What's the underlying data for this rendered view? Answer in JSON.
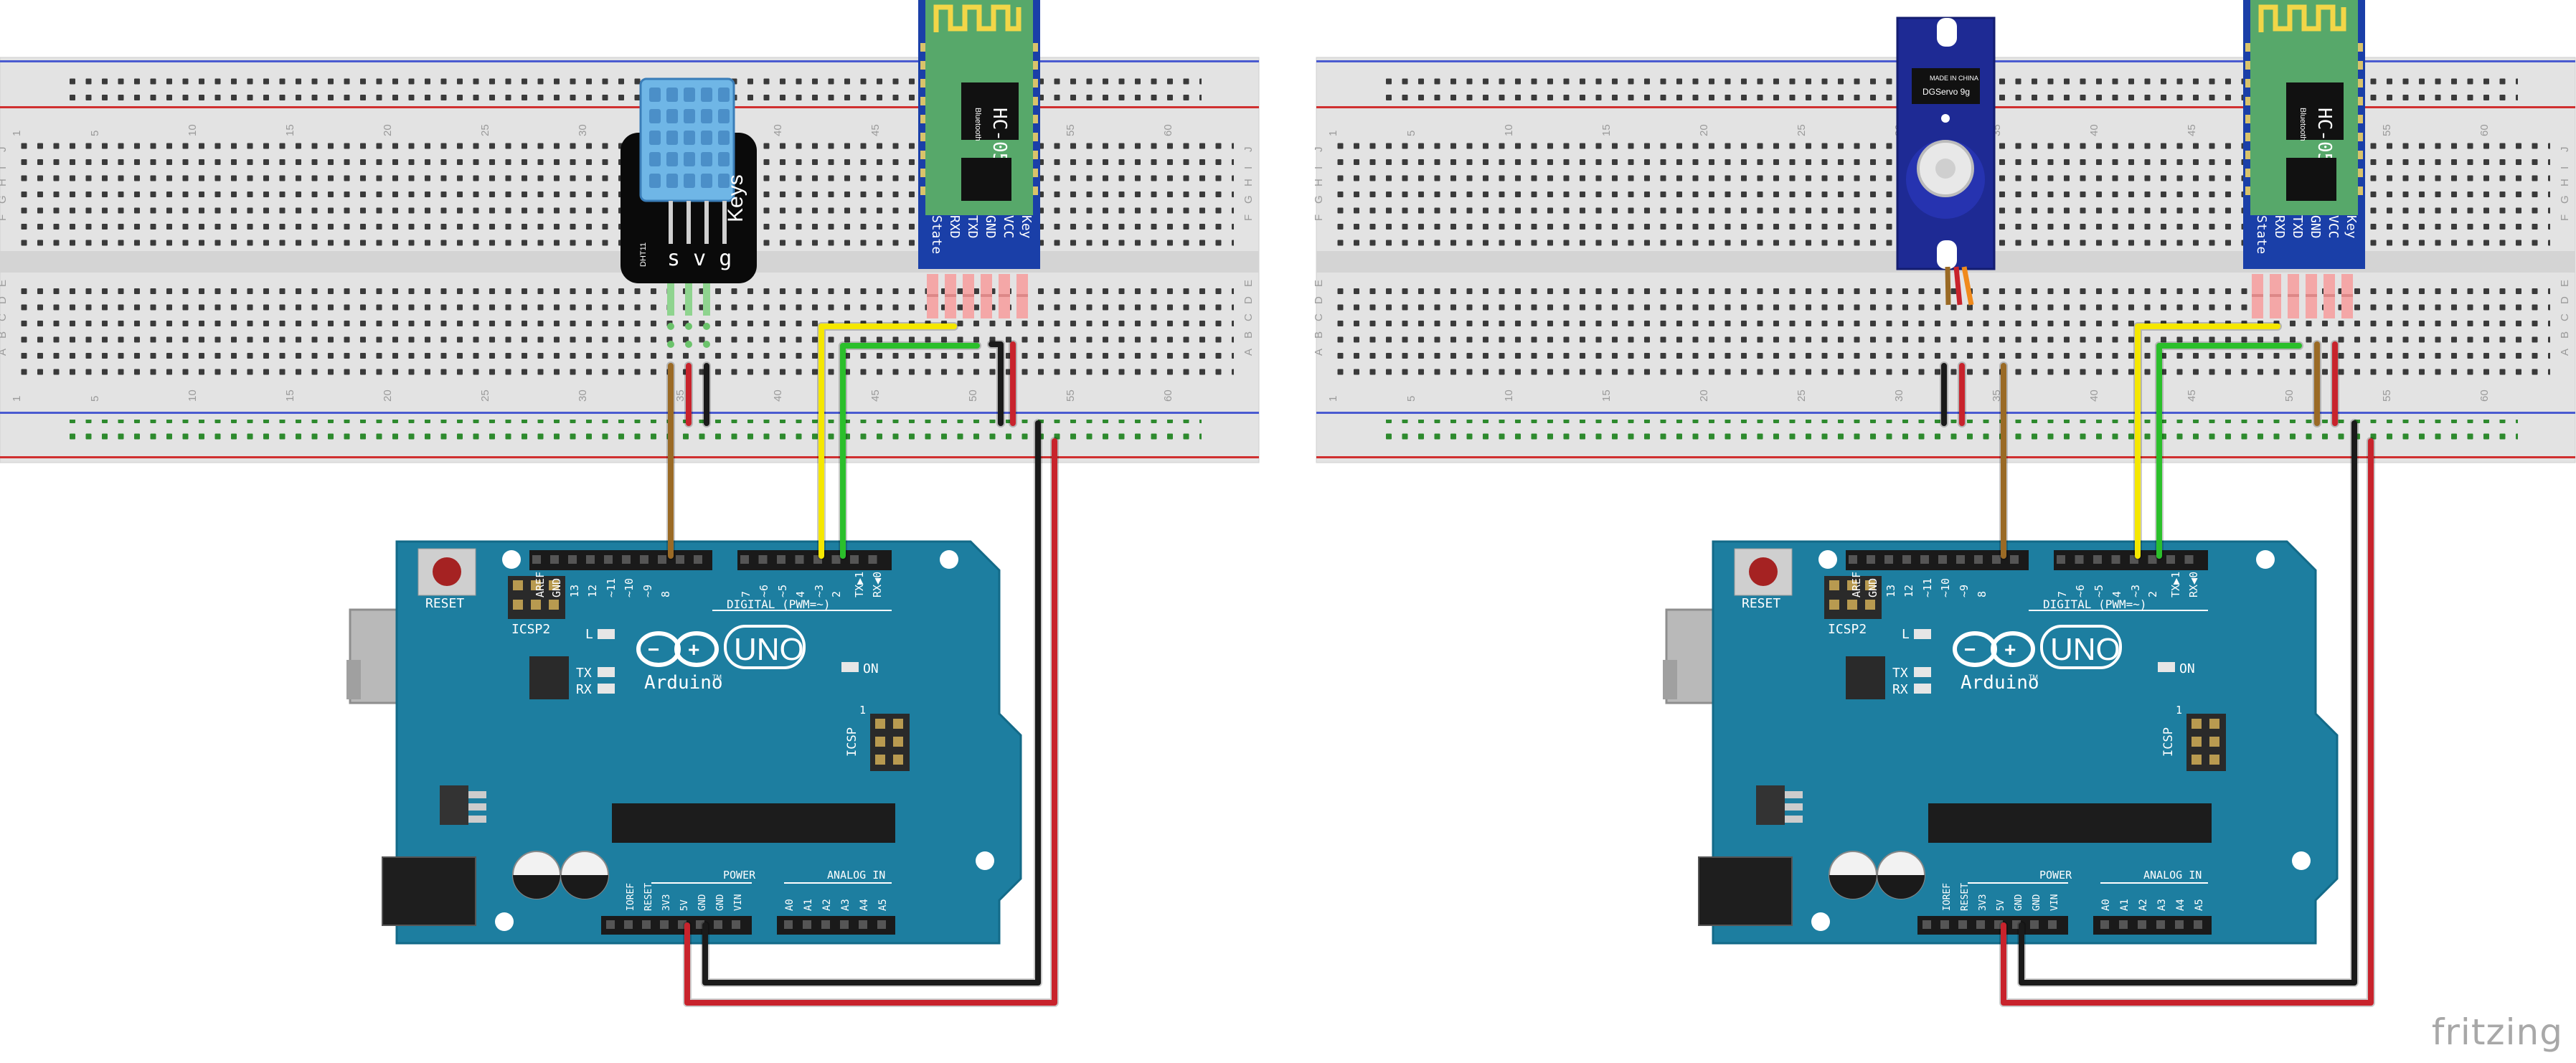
{
  "watermark": "fritzing",
  "breadboard": {
    "row_letters_top": [
      "J",
      "I",
      "H",
      "G",
      "F"
    ],
    "row_letters_bottom": [
      "E",
      "D",
      "C",
      "B",
      "A"
    ],
    "column_numbers": [
      "1",
      "5",
      "10",
      "15",
      "20",
      "25",
      "30",
      "35",
      "40",
      "45",
      "50",
      "55",
      "60"
    ]
  },
  "arduino": {
    "reset_label": "RESET",
    "icsp2_label": "ICSP2",
    "icsp_label": "ICSP",
    "led_l_label": "L",
    "led_tx_label": "TX",
    "led_rx_label": "RX",
    "on_label": "ON",
    "brand": "Arduino",
    "tm": "TM",
    "model": "UNO",
    "digital_label": "DIGITAL (PWM=~)",
    "power_label": "POWER",
    "analog_label": "ANALOG IN",
    "top_pins": [
      "AREF",
      "GND",
      "13",
      "12",
      "~11",
      "~10",
      "~9",
      "8",
      "7",
      "~6",
      "~5",
      "4",
      "~3",
      "2",
      "TX▶1",
      "RX◀0"
    ],
    "power_pins": [
      "IOREF",
      "RESET",
      "3V3",
      "5V",
      "GND",
      "GND",
      "VIN"
    ],
    "analog_pins": [
      "A0",
      "A1",
      "A2",
      "A3",
      "A4",
      "A5"
    ],
    "icsp_num": "1"
  },
  "hc05": {
    "title": "HC-05",
    "subtitle": "Bluetooth",
    "pins": [
      "State",
      "RXD",
      "TXD",
      "GND",
      "VCC",
      "Key"
    ]
  },
  "dht11": {
    "pins_text": "s v g",
    "brand": "Keys",
    "small": "DHT11"
  },
  "servo": {
    "label": "DGServo 9g",
    "made": "MADE IN CHINA"
  },
  "wire_colors": {
    "red": "#c8232c",
    "black": "#1a1a1a",
    "yellow": "#f5e700",
    "green": "#2bbf2b",
    "brown": "#9a6a25",
    "orange": "#f08a1c"
  }
}
